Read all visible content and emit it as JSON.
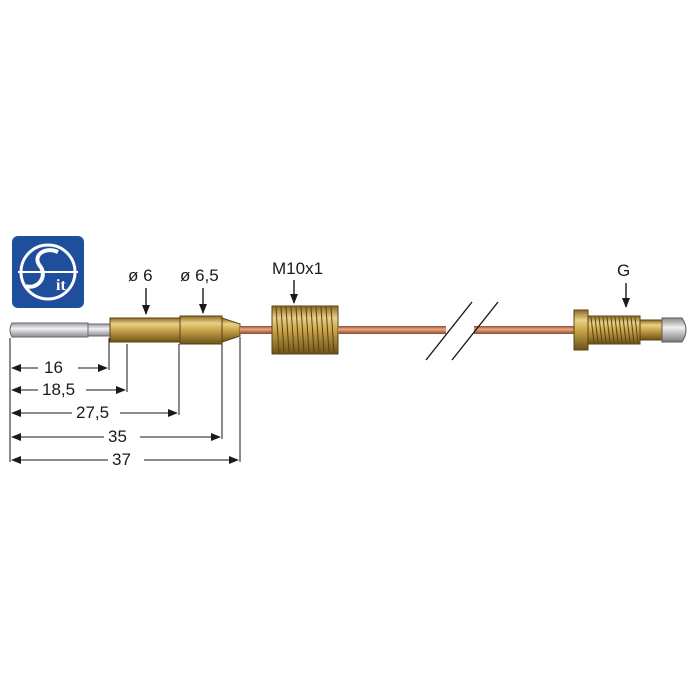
{
  "logo": {
    "text": "it",
    "bg_color": "#1f4e9c"
  },
  "callouts": {
    "tip_diameter": "ø 6",
    "body_diameter": "ø 6,5",
    "nut_thread": "M10x1",
    "connector": "G"
  },
  "dimensions": [
    "16",
    "18,5",
    "27,5",
    "35",
    "37"
  ],
  "colors": {
    "brass": "#c9a64a",
    "copper": "#c7845e",
    "tip": "#d8d8dc",
    "ink": "#1a1a1a"
  }
}
